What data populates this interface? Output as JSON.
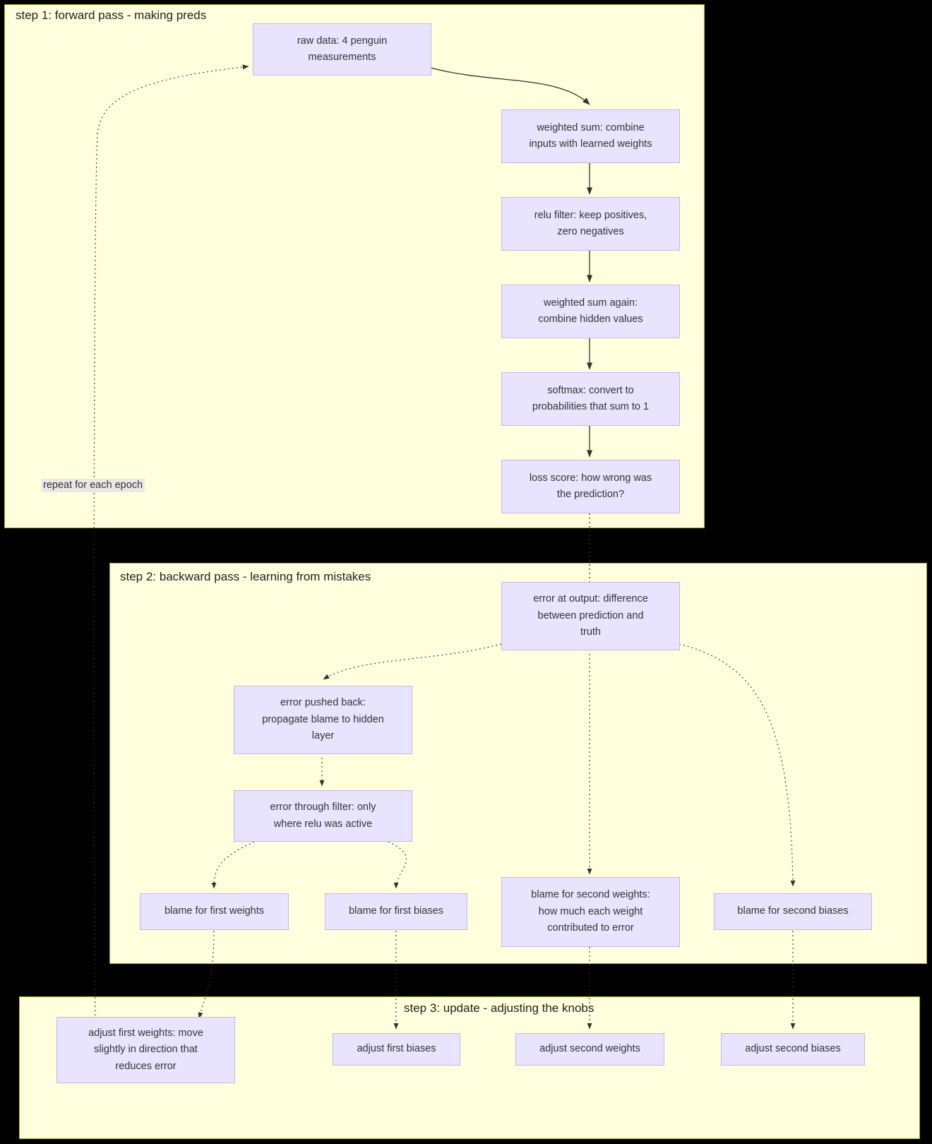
{
  "diagram": {
    "title_hidden": true,
    "colors": {
      "subgraph_bg": "#ffffde",
      "subgraph_border": "#aaaa33",
      "node_bg": "#e8e4fd",
      "node_border": "#c6b5ee",
      "text": "#333333",
      "edge": "#333333",
      "page_bg": "#000000",
      "edge_label_bg": "#e8e8e8"
    }
  },
  "subgraphs": [
    {
      "id": "step1",
      "title": "step 1: forward pass - making preds"
    },
    {
      "id": "step2",
      "title": "step 2: backward pass - learning from mistakes"
    },
    {
      "id": "step3",
      "title": "step 3: update - adjusting the knobs"
    }
  ],
  "nodes": {
    "raw_data": "raw data: 4 penguin measurements",
    "weighted_sum": "weighted sum: combine inputs with learned weights",
    "relu": "relu filter: keep positives, zero negatives",
    "weighted_sum_again": "weighted sum again: combine hidden values",
    "softmax": "softmax: convert to probabilities that sum to 1",
    "loss": "loss score: how wrong was the prediction?",
    "error_output": "error at output: difference between prediction and truth",
    "error_pushed_back": "error pushed back: propagate blame to hidden layer",
    "error_through_filter": "error through filter: only where relu was active",
    "blame_first_weights": "blame for first weights",
    "blame_first_biases": "blame for first biases",
    "blame_second_weights": "blame for second weights: how much each weight contributed to error",
    "blame_second_biases": "blame for second biases",
    "adjust_first_weights": "adjust first weights: move slightly in direction that reduces error",
    "adjust_first_biases": "adjust first biases",
    "adjust_second_weights": "adjust second weights",
    "adjust_second_biases": "adjust second biases"
  },
  "node_lines": {
    "raw_data": [
      "raw data: 4 penguin",
      "measurements"
    ],
    "weighted_sum": [
      "weighted sum: combine",
      "inputs with learned weights"
    ],
    "relu": [
      "relu filter: keep positives,",
      "zero negatives"
    ],
    "weighted_sum_again": [
      "weighted sum again:",
      "combine hidden values"
    ],
    "softmax": [
      "softmax: convert to",
      "probabilities that sum to 1"
    ],
    "loss": [
      "loss score: how wrong was",
      "the prediction?"
    ],
    "error_output": [
      "error at output: difference",
      "between prediction and",
      "truth"
    ],
    "error_pushed_back": [
      "error pushed back:",
      "propagate blame to hidden",
      "layer"
    ],
    "error_through_filter": [
      "error through filter: only",
      "where relu was active"
    ],
    "blame_first_weights": [
      "blame for first weights"
    ],
    "blame_first_biases": [
      "blame for first biases"
    ],
    "blame_second_weights": [
      "blame for second weights:",
      "how much each weight",
      "contributed to error"
    ],
    "blame_second_biases": [
      "blame for second biases"
    ],
    "adjust_first_weights": [
      "adjust first weights: move",
      "slightly in direction that",
      "reduces error"
    ],
    "adjust_first_biases": [
      "adjust first biases"
    ],
    "adjust_second_weights": [
      "adjust second weights"
    ],
    "adjust_second_biases": [
      "adjust second biases"
    ]
  },
  "edge_labels": {
    "repeat_epoch": "repeat for each epoch"
  }
}
